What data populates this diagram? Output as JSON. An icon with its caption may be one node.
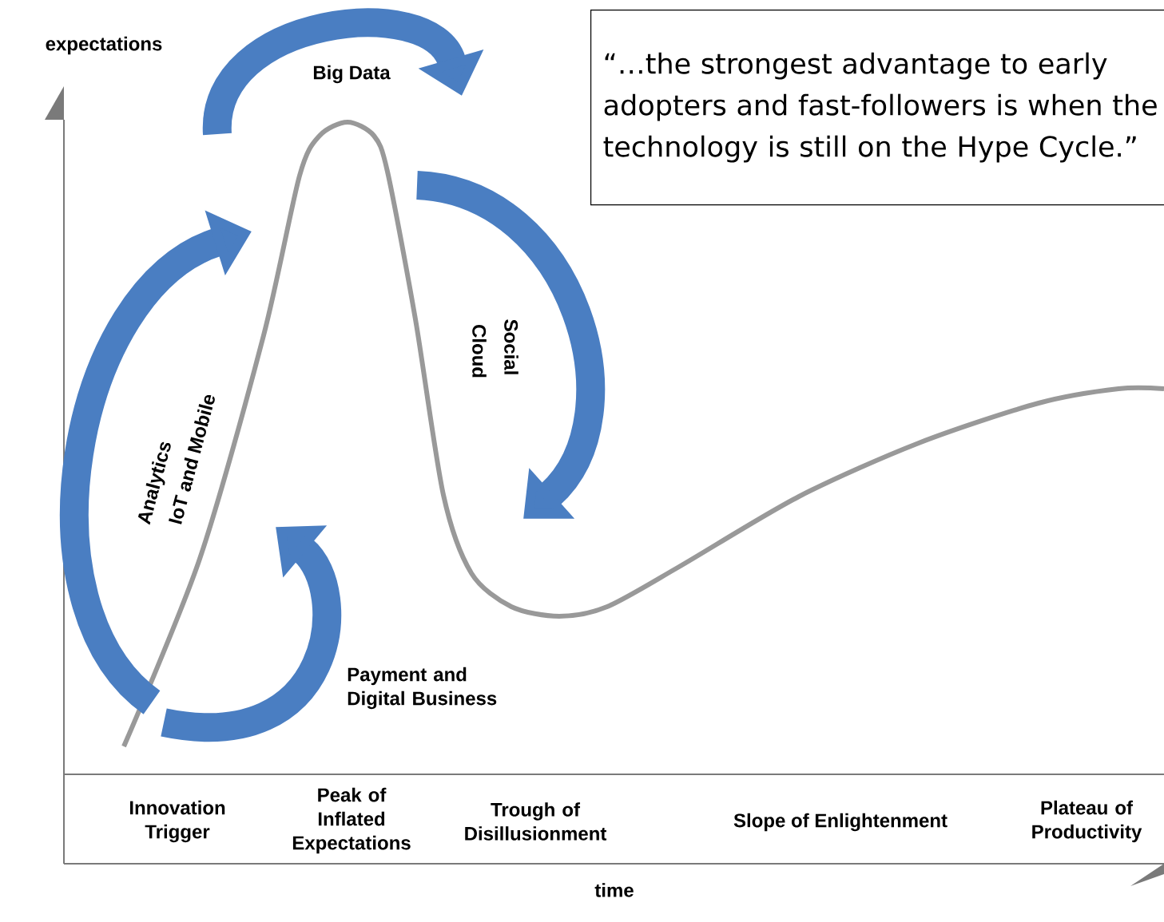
{
  "diagram": {
    "nodes": [
      {
        "text": [
          "“…the strongest advantage to early adopters and fast-followers is when the technology is still on the Hype Cycle.”"
        ]
      }
    ],
    "labels": [
      "expectations",
      "Big Data",
      "Social",
      "Cloud",
      "Analytics",
      "IoT and Mobile",
      "Payment and Digital Business",
      "Innovation Trigger",
      "Peak of Inflated Expectations",
      "Trough of Disillusionment",
      "Slope of Enlightenment",
      "Plateau of Productivity",
      "time"
    ]
  }
}
